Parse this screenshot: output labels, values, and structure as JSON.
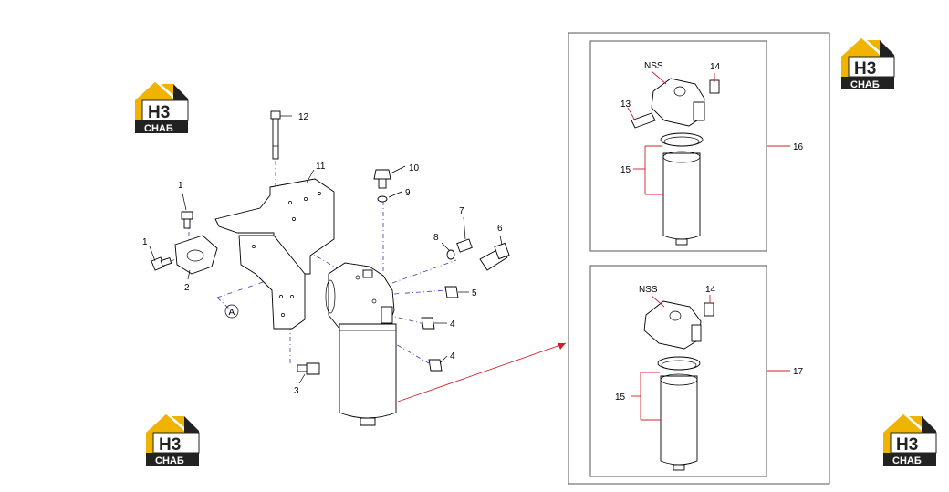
{
  "diagram": {
    "callouts": {
      "c1a": "1",
      "c1b": "1",
      "c2": "2",
      "c3": "3",
      "c4a": "4",
      "c4b": "4",
      "c5": "5",
      "c6": "6",
      "c7": "7",
      "c8": "8",
      "c9": "9",
      "c10": "10",
      "c11": "11",
      "c12": "12",
      "c13": "13",
      "c14a": "14",
      "c14b": "14",
      "c15a": "15",
      "c15b": "15",
      "c16": "16",
      "c17": "17",
      "nss1": "NSS",
      "nss2": "NSS",
      "ref_a": "A"
    },
    "logo": {
      "mark": "H3",
      "text": "СНАБ",
      "color_dark": "#222222",
      "color_accent": "#f0b400"
    },
    "colors": {
      "leader": "#d0202a",
      "phantom": "#3a3ab8"
    }
  }
}
